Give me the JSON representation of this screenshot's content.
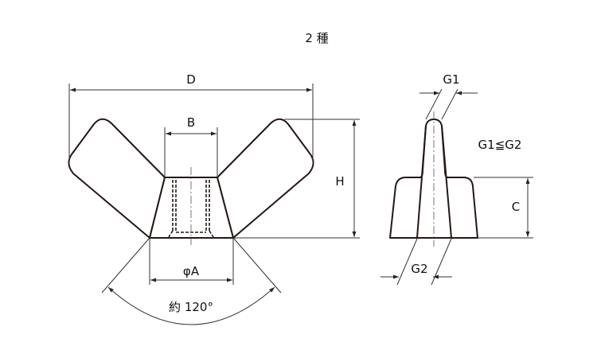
{
  "title": "2 種",
  "front_view": {
    "dim_D": "D",
    "dim_B": "B",
    "dim_H": "H",
    "dim_A": "φA",
    "angle": "約 120°"
  },
  "side_view": {
    "dim_G1": "G1",
    "dim_G2": "G2",
    "dim_C": "C",
    "relation": "G1≦G2"
  }
}
